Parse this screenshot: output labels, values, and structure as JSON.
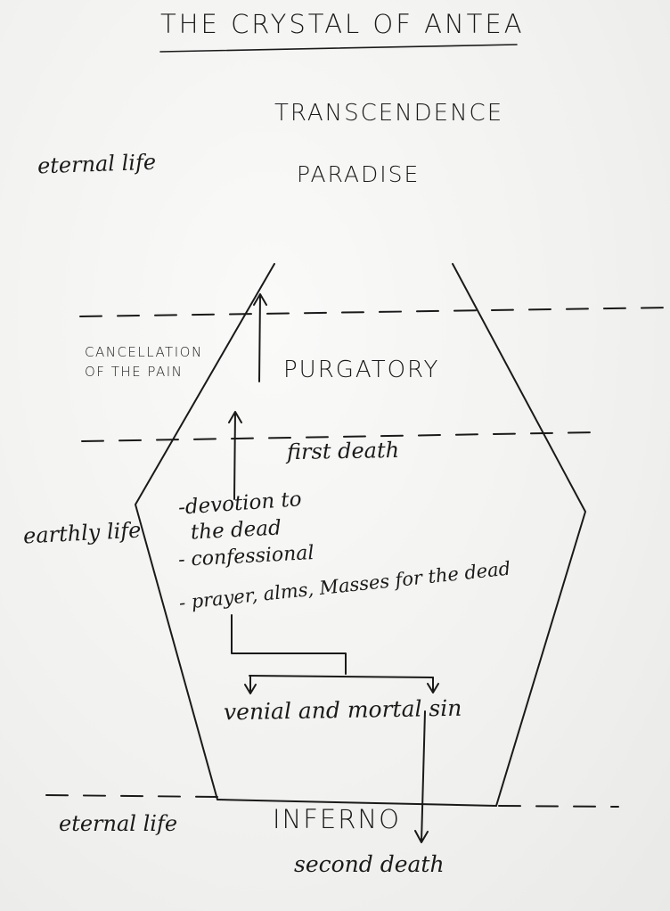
{
  "title": "THE CRYSTAL OF ANTEA",
  "levels": {
    "transcendence": "TRANSCENDENCE",
    "paradise": "PARADISE",
    "purgatory": "PURGATORY",
    "inferno": "INFERNO"
  },
  "side_labels": {
    "eternal_life_top": "eternal life",
    "cancellation_line1": "CANCELLATION",
    "cancellation_line2": "OF THE PAIN",
    "earthly_life": "earthly life",
    "eternal_life_bottom": "eternal life"
  },
  "transitions": {
    "first_death": "first death",
    "second_death": "second death"
  },
  "practices": {
    "devotion_line1": "-devotion to",
    "devotion_line2": "the dead",
    "confessional": "- confessional",
    "prayer": "- prayer, alms, Masses for the dead"
  },
  "sin_label": "venial and mortal sin",
  "ink_color": "#1a1a1a"
}
